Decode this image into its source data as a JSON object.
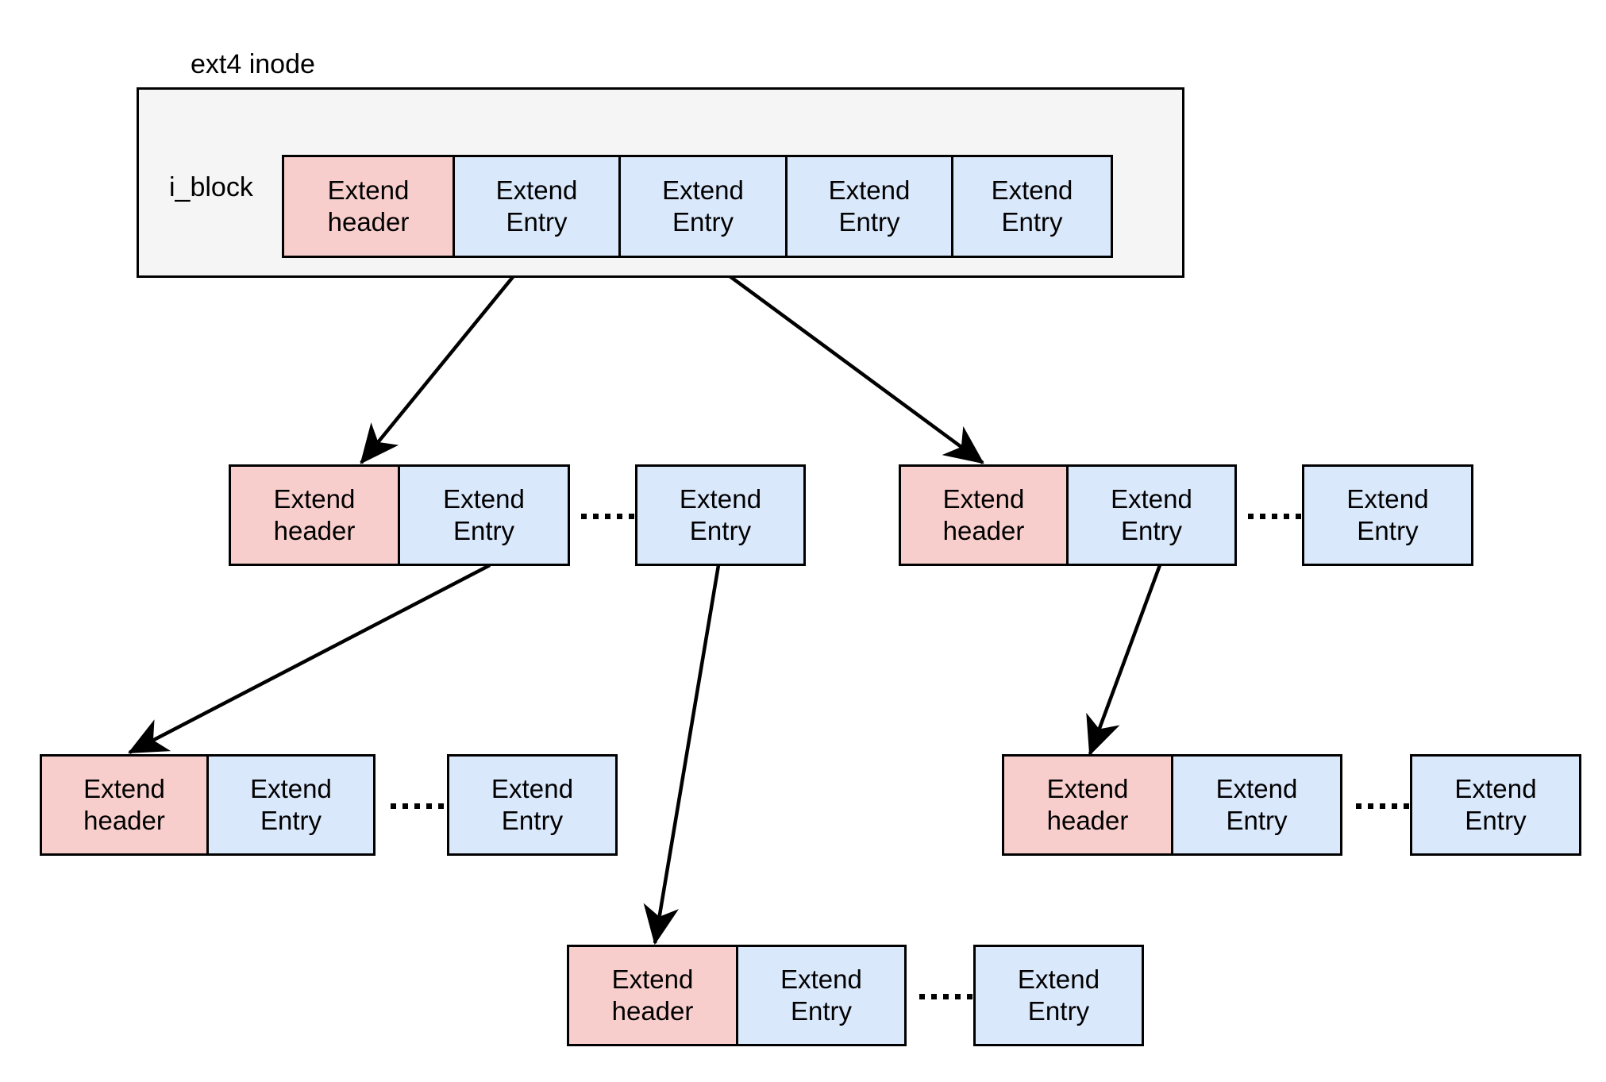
{
  "diagram": {
    "title": "ext4 inode",
    "labels": {
      "i_block": "i_block",
      "extend_header": "Extend\nheader",
      "extend_entry": "Extend\nEntry",
      "ellipsis": "……"
    },
    "colors": {
      "header_fill": "#f8cecc",
      "entry_fill": "#dae8fc",
      "inode_fill": "#f5f5f5",
      "stroke": "#000000",
      "background": "#ffffff"
    }
  },
  "inode": {
    "title": "ext4 inode",
    "i_block_label": "i_block",
    "cells": [
      {
        "type": "header",
        "label": "Extend\nheader"
      },
      {
        "type": "entry",
        "label": "Extend\nEntry"
      },
      {
        "type": "entry",
        "label": "Extend\nEntry"
      },
      {
        "type": "entry",
        "label": "Extend\nEntry"
      },
      {
        "type": "entry",
        "label": "Extend\nEntry"
      }
    ]
  },
  "level2": {
    "left_block": {
      "header": "Extend\nheader",
      "entry": "Extend\nEntry"
    },
    "left_block_tail_entry": "Extend\nEntry",
    "right_block": {
      "header": "Extend\nheader",
      "entry": "Extend\nEntry"
    },
    "right_block_tail_entry": "Extend\nEntry"
  },
  "level3": {
    "left_block": {
      "header": "Extend\nheader",
      "entry": "Extend\nEntry"
    },
    "left_block_tail_entry": "Extend\nEntry",
    "right_block": {
      "header": "Extend\nheader",
      "entry": "Extend\nEntry"
    },
    "right_block_tail_entry": "Extend\nEntry"
  },
  "level4": {
    "block": {
      "header": "Extend\nheader",
      "entry": "Extend\nEntry"
    },
    "block_tail_entry": "Extend\nEntry"
  }
}
